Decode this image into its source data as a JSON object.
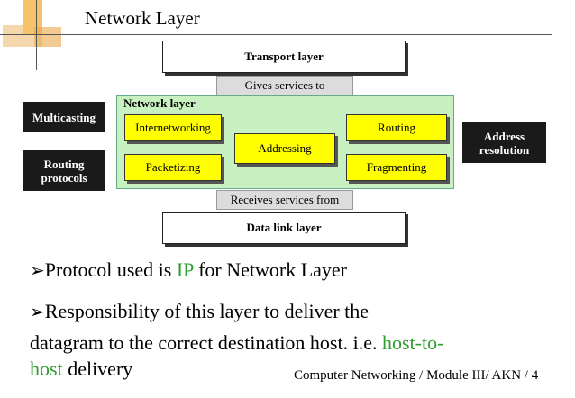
{
  "slide": {
    "title": "Network Layer",
    "footer": "Computer Networking / Module III/ AKN / 4"
  },
  "diagram": {
    "transport_layer": "Transport layer",
    "gives_services": "Gives services to",
    "network_layer_label": "Network layer",
    "functions": {
      "internetworking": "Internetworking",
      "packetizing": "Packetizing",
      "addressing": "Addressing",
      "routing": "Routing",
      "fragmenting": "Fragmenting"
    },
    "receives_services": "Receives services from",
    "data_link_layer": "Data link layer",
    "side_boxes": {
      "multicasting": "Multicasting",
      "routing_protocols_1": "Routing",
      "routing_protocols_2": "protocols",
      "address_resolution_1": "Address",
      "address_resolution_2": "resolution"
    }
  },
  "bullets": {
    "arrow": "➢",
    "b1_pre": "Protocol used is ",
    "b1_ip": "IP",
    "b1_post": " for Network Layer",
    "b2_line1": "Responsibility of this layer to deliver the",
    "b2_line2_pre": "datagram to the correct destination host. i.e. ",
    "b2_line2_green": "host-to-",
    "b2_line3_green": "host",
    "b2_line3_post": " delivery"
  },
  "colors": {
    "highlight_green": "#2e9f2e",
    "panel_green": "#c8f0c0",
    "box_yellow": "#ffff00"
  }
}
